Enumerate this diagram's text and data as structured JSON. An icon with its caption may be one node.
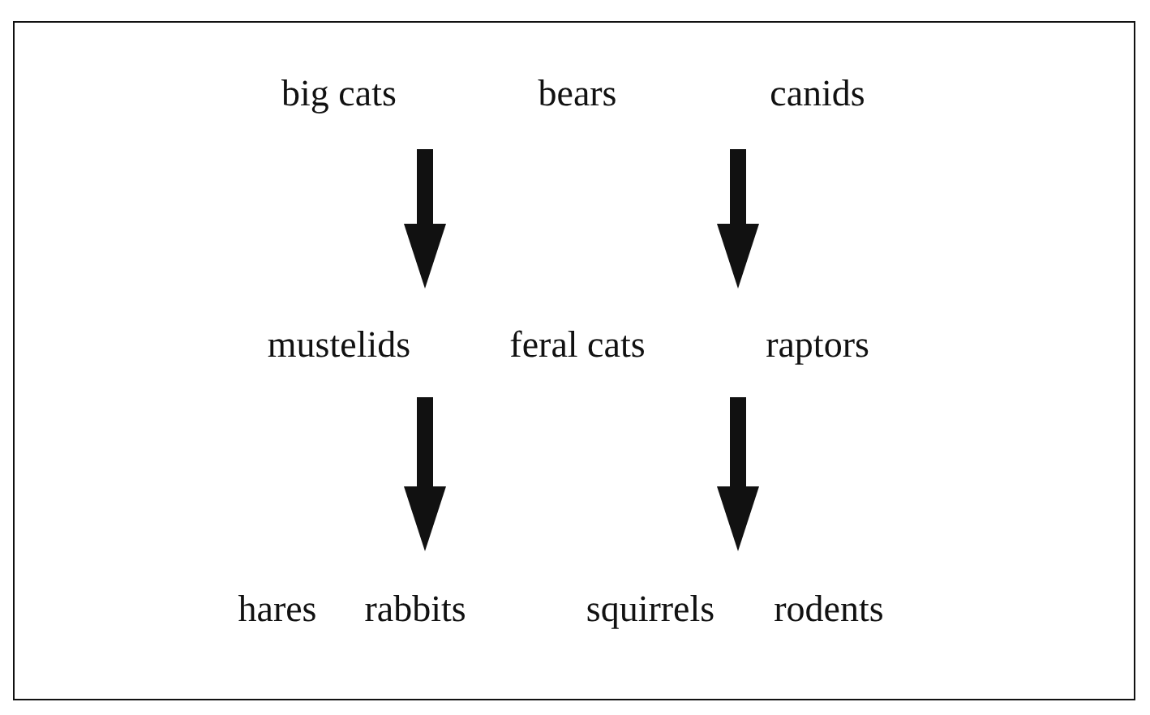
{
  "diagram": {
    "nodes": [
      {
        "text": [],
        "shape": "box"
      },
      {
        "text": [
          "big cats",
          "bears",
          "canids"
        ],
        "in": 0
      },
      {
        "text": [
          "mustelids",
          "feral cats",
          "raptors"
        ],
        "in": 0
      },
      {
        "text": [
          "hares",
          "rabbits",
          "squirrels",
          "rodents"
        ],
        "in": 0
      }
    ],
    "edges": [
      {
        "from": 1,
        "to": 2,
        "arrow": "to"
      },
      {
        "from": 1,
        "to": 2,
        "arrow": "to"
      },
      {
        "from": 2,
        "to": 3,
        "arrow": "to"
      },
      {
        "from": 2,
        "to": 3,
        "arrow": "to"
      }
    ]
  }
}
